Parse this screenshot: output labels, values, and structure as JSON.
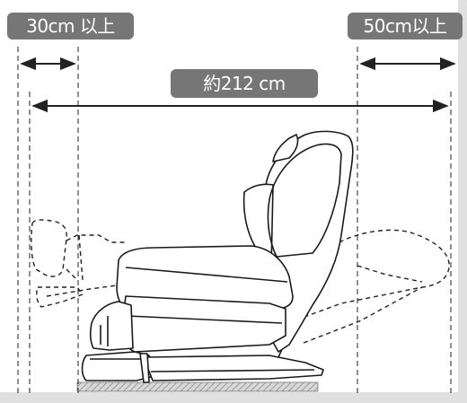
{
  "labels": {
    "front_clearance": "30cm 以上",
    "back_clearance": "50cm以上",
    "total_length": "約212 cm"
  }
}
